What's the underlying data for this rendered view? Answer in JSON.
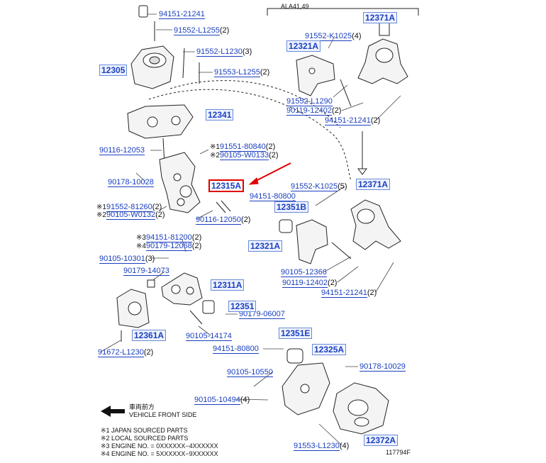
{
  "header_code": "ALA41,49",
  "figure_no": "117794F",
  "labels": [
    {
      "id": "l1",
      "text": "94151-21241",
      "suffix": ""
    },
    {
      "id": "l2",
      "text": "91552-L1255",
      "suffix": "(2)"
    },
    {
      "id": "l3",
      "text": "91552-L1230",
      "suffix": "(3)"
    },
    {
      "id": "l4",
      "text": "91553-L1255",
      "suffix": "(2)"
    },
    {
      "id": "l5",
      "text": "90116-12053",
      "suffix": ""
    },
    {
      "id": "l6",
      "prefix": "※1",
      "text": "91551-80840",
      "suffix": "(2)"
    },
    {
      "id": "l7",
      "prefix": "※2",
      "text": "90105-W0133",
      "suffix": "(2)"
    },
    {
      "id": "l8",
      "text": "90178-10028",
      "suffix": ""
    },
    {
      "id": "l9",
      "prefix": "※1",
      "text": "91552-81260",
      "suffix": "(2)"
    },
    {
      "id": "l10",
      "prefix": "※2",
      "text": "90105-W0132",
      "suffix": "(2)"
    },
    {
      "id": "l11",
      "text": "90116-12050",
      "suffix": "(2)"
    },
    {
      "id": "l12",
      "prefix": "※3",
      "text": "94151-81200",
      "suffix": "(2)"
    },
    {
      "id": "l13",
      "prefix": "※4",
      "text": "90179-12068",
      "suffix": "(2)"
    },
    {
      "id": "l14",
      "text": "90105-10301",
      "suffix": "(3)"
    },
    {
      "id": "l15",
      "text": "90179-14073",
      "suffix": ""
    },
    {
      "id": "l16",
      "text": "90179-06007",
      "suffix": ""
    },
    {
      "id": "l17",
      "text": "90105-14174",
      "suffix": ""
    },
    {
      "id": "l18",
      "text": "91672-L1230",
      "suffix": "(2)"
    },
    {
      "id": "l19",
      "text": "91552-K1025",
      "suffix": "(4)"
    },
    {
      "id": "l20",
      "text": "91552-L1290",
      "suffix": ""
    },
    {
      "id": "l21",
      "text": "90119-12402",
      "suffix": "(2)"
    },
    {
      "id": "l22",
      "text": "94151-21241",
      "suffix": "(2)"
    },
    {
      "id": "l23",
      "text": "91552-K1025",
      "suffix": "(5)"
    },
    {
      "id": "l24",
      "text": "94151-80800",
      "suffix": ""
    },
    {
      "id": "l25",
      "text": "90105-12366",
      "suffix": ""
    },
    {
      "id": "l26",
      "text": "90119-12402",
      "suffix": "(2)"
    },
    {
      "id": "l27",
      "text": "94151-21241",
      "suffix": "(2)"
    },
    {
      "id": "l28",
      "text": "94151-80800",
      "suffix": ""
    },
    {
      "id": "l29",
      "text": "90105-10550",
      "suffix": ""
    },
    {
      "id": "l30",
      "text": "90178-10029",
      "suffix": ""
    },
    {
      "id": "l31",
      "text": "90105-10494",
      "suffix": "(4)"
    },
    {
      "id": "l32",
      "text": "91553-L1230",
      "suffix": "(4)"
    }
  ],
  "part_groups": [
    {
      "id": "g1",
      "text": "12305"
    },
    {
      "id": "g2",
      "text": "12341"
    },
    {
      "id": "g3",
      "text": "12315A",
      "highlight": true
    },
    {
      "id": "g4",
      "text": "12311A"
    },
    {
      "id": "g5",
      "text": "12351"
    },
    {
      "id": "g6",
      "text": "12361A"
    },
    {
      "id": "g7",
      "text": "12371A"
    },
    {
      "id": "g8",
      "text": "12321A"
    },
    {
      "id": "g9",
      "text": "12371A"
    },
    {
      "id": "g10",
      "text": "12351B"
    },
    {
      "id": "g11",
      "text": "12321A"
    },
    {
      "id": "g12",
      "text": "12351E"
    },
    {
      "id": "g13",
      "text": "12325A"
    },
    {
      "id": "g14",
      "text": "12372A"
    }
  ],
  "legend": {
    "front_jp": "車両前方",
    "front_en": "VEHICLE FRONT SIDE",
    "notes": [
      "※1 JAPAN SOURCED PARTS",
      "※2 LOCAL SOURCED PARTS",
      "※3 ENGINE NO. = 0XXXXXX−4XXXXXX",
      "※4 ENGINE NO. = 5XXXXXX−9XXXXXX"
    ]
  }
}
